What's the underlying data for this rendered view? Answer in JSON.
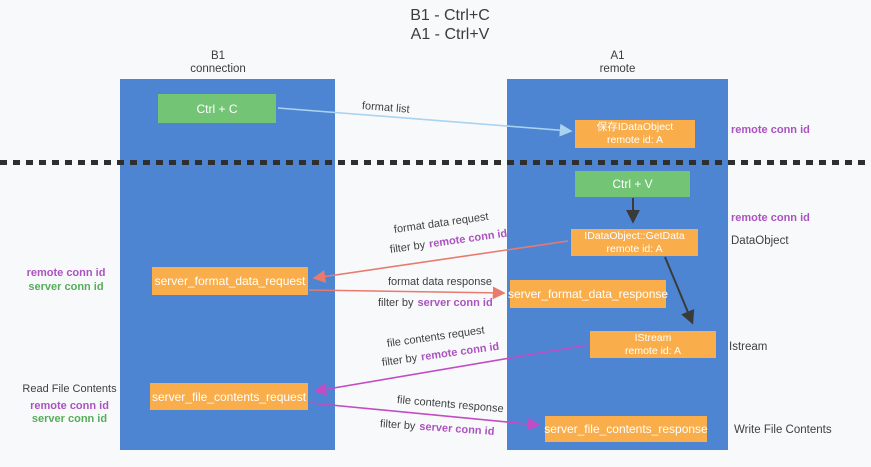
{
  "title": {
    "line1": "B1 - Ctrl+C",
    "line2": "A1 - Ctrl+V"
  },
  "lanes": {
    "left": {
      "title": "B1",
      "subtitle": "connection"
    },
    "right": {
      "title": "A1",
      "subtitle": "remote"
    }
  },
  "nodes": {
    "ctrl_c": {
      "label": "Ctrl + C"
    },
    "ctrl_v": {
      "label": "Ctrl + V"
    },
    "save_dataobject": {
      "line1": "保存IDataObject",
      "line2": "remote id: A"
    },
    "getdata": {
      "line1": "IDataObject::GetData",
      "line2": "remote id: A"
    },
    "istream": {
      "line1": "IStream",
      "line2": "remote id: A"
    },
    "server_format_data_request": {
      "label": "server_format_data_request"
    },
    "server_format_data_response": {
      "label": "server_format_data_response"
    },
    "server_file_contents_request": {
      "label": "server_file_contents_request"
    },
    "server_file_contents_response": {
      "label": "server_file_contents_response"
    }
  },
  "arrow_labels": {
    "format_list": "format list",
    "format_data_request": "format data request",
    "format_data_response": "format data response",
    "file_contents_request": "file contents request",
    "file_contents_response": "file contents response",
    "filter_by": "filter by",
    "remote_conn_id": "remote conn id",
    "server_conn_id": "server conn id"
  },
  "side_labels": {
    "remote_conn_id": "remote conn id",
    "server_conn_id": "server conn id",
    "dataobject": "DataObject",
    "istream": "Istream",
    "read_file_contents": "Read File Contents",
    "write_file_contents": "Write File Contents"
  },
  "colors": {
    "lane_blue": "#4e85d3",
    "box_orange": "#f9ae4b",
    "box_green": "#74c476",
    "arrow_light_blue": "#a9d3f0",
    "arrow_salmon": "#e87a6e",
    "arrow_magenta": "#c24cc4",
    "arrow_black": "#3a3a3a",
    "text_purple": "#ab53c0",
    "text_green": "#56ad5a",
    "text_dark": "#3f3f3f",
    "background": "#f8f9fa"
  }
}
